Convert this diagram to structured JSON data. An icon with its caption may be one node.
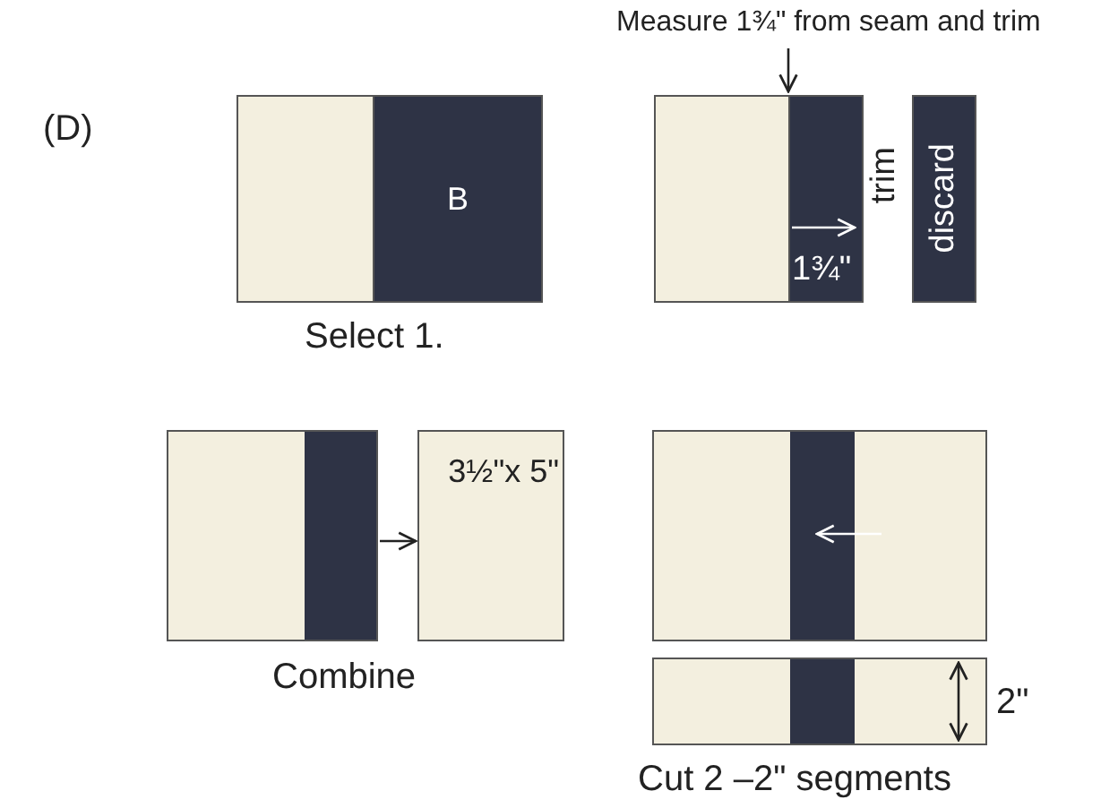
{
  "diagram": {
    "nodes": [
      {
        "text": [],
        "shape": "box"
      },
      {
        "text": [
          "B"
        ]
      },
      {
        "text": [],
        "shape": "box"
      },
      {
        "text": [],
        "shape": "box"
      },
      {
        "text": [
          "discard"
        ]
      },
      {
        "text": [],
        "shape": "box"
      },
      {
        "text": [
          "3½\"x 5\""
        ]
      }
    ],
    "edges": [
      {
        "from": 5,
        "to": 6,
        "arrow": "to"
      }
    ],
    "labels": [
      "(D)",
      "Measure 1¾\" from seam and trim",
      "Select 1.",
      "trim",
      "1¾\"",
      "Combine",
      "2\"",
      "Cut 2 –2\" segments"
    ]
  }
}
